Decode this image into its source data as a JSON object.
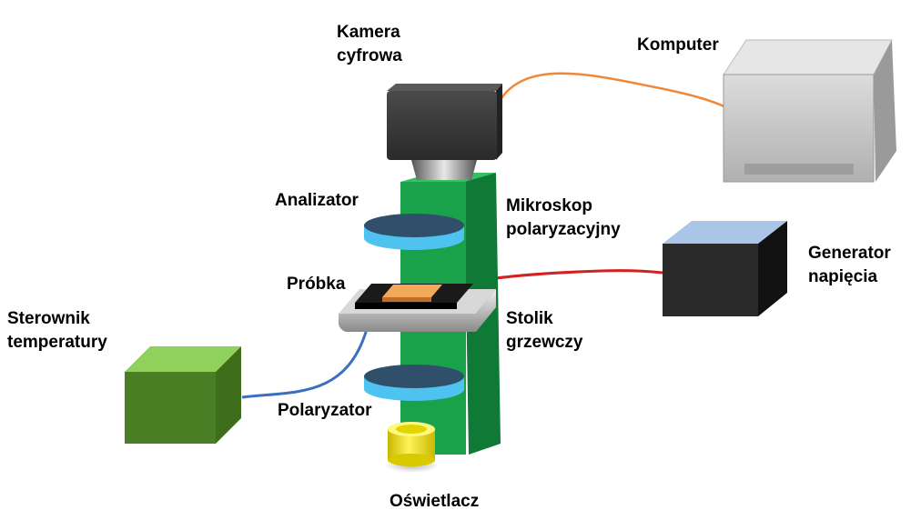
{
  "labels": {
    "camera": [
      "Kamera",
      "cyfrowa"
    ],
    "computer": "Komputer",
    "analyzer": "Analizator",
    "microscope": [
      "Mikroskop",
      "polaryzacyjny"
    ],
    "generator": [
      "Generator",
      "napięcia"
    ],
    "sample": "Próbka",
    "temp_controller": [
      "Sterownik",
      "temperatury"
    ],
    "heating_stage": [
      "Stolik",
      "grzewczy"
    ],
    "polarizer": "Polaryzator",
    "illuminator": "Oświetlacz"
  },
  "icons": {
    "camera": "digital-camera-icon",
    "computer": "computer-icon",
    "generator": "voltage-generator-icon",
    "temp_controller": "temperature-controller-icon",
    "microscope": "microscope-body-icon",
    "analyzer": "analyzer-disc-icon",
    "polarizer": "polarizer-disc-icon",
    "heating_stage": "heating-stage-icon",
    "sample": "sample-icon",
    "illuminator": "illuminator-icon"
  },
  "colors": {
    "microscope_green": "#1aa24a",
    "disc_blue": "#2f4f6a",
    "disc_rim": "#4fc3f0",
    "controller_green": "#6bbf3a",
    "camera_dark": "#3a3a3a",
    "computer_gray": "#c8c8c8",
    "generator_top": "#a9c6e8",
    "sample_orange": "#e08b3a",
    "illuminator_yellow": "#f2e600",
    "cable_orange": "#f0883a",
    "cable_red": "#d42020",
    "cable_blue": "#3a6fc0"
  }
}
